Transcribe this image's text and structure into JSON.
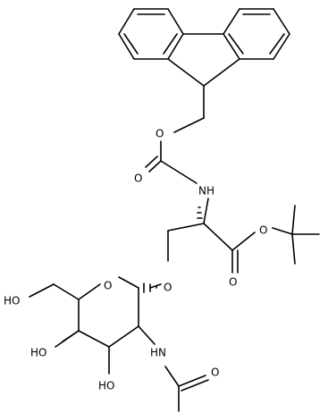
{
  "figure": {
    "kind": "chemical-structure",
    "atom_labels": {
      "nh_carbamate": "NH",
      "o_carbamate_ester": "O",
      "o_carbamate_carbonyl": "O",
      "o_tbu_ester": "O",
      "o_ester_carbonyl": "O",
      "o_glycosidic": "O",
      "o_ring": "O",
      "oh_c6": "HO",
      "oh_c4": "HO",
      "oh_c3": "HO",
      "nh_acetamido": "HN",
      "o_acetyl": "O"
    }
  }
}
